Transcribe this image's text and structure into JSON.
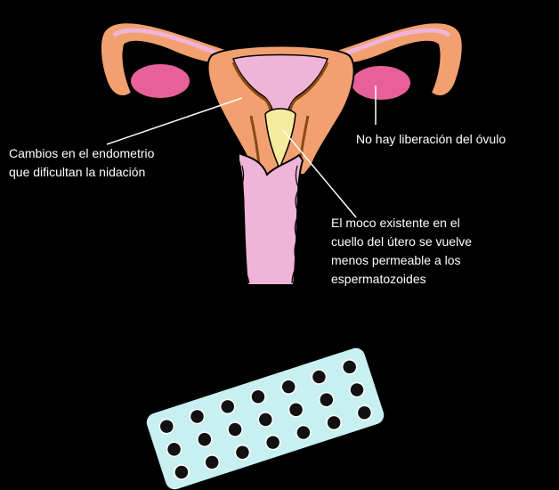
{
  "labels": {
    "endometrium": "Cambios en el endometrio\nque dificultan la nidación",
    "ovulation": "No hay liberación del óvulo",
    "mucus": "El moco existente en el\ncuello del útero se vuelve\nmenos permeable a los\nespermatozoides"
  },
  "colors": {
    "background": "#000000",
    "uterus_outer": "#f2a070",
    "uterus_inner": "#f0b4d8",
    "ovary": "#e8609a",
    "mucus": "#f4ec9c",
    "muscle_line": "#8a4a12",
    "pill_pack": "#c9f0f0",
    "pill": "#111111",
    "text": "#ffffff"
  },
  "pill_pack": {
    "pill_count": 21
  }
}
